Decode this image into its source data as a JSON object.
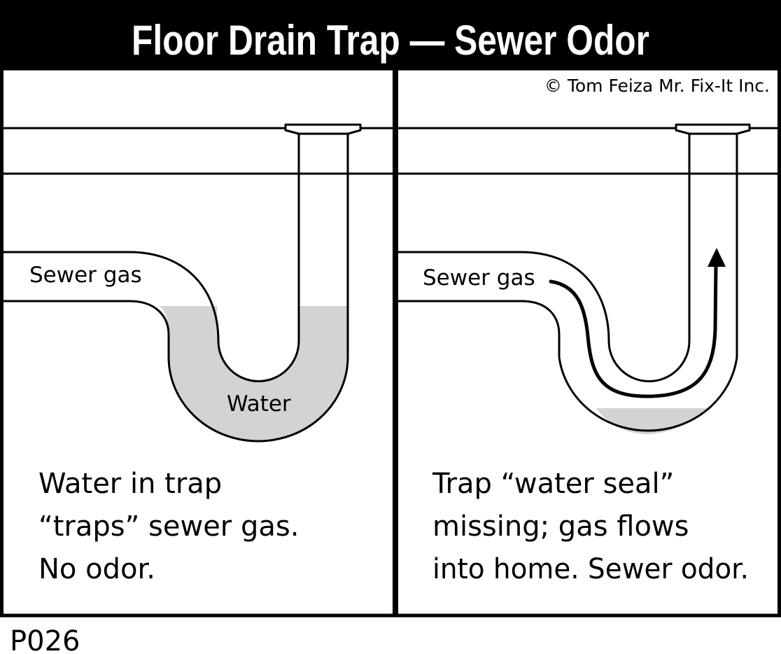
{
  "title": "Floor Drain Trap — Sewer Odor",
  "copyright": "© Tom Feiza Mr. Fix-It Inc.",
  "figure_code": "P026",
  "left_panel": {
    "gas_label": "Sewer gas",
    "water_label": "Water",
    "caption": [
      "Water in trap",
      "“traps” sewer gas.",
      "No odor."
    ]
  },
  "right_panel": {
    "gas_label": "Sewer gas",
    "caption": [
      "Trap “water seal”",
      "missing; gas flows",
      "into home. Sewer odor."
    ]
  },
  "colors": {
    "ink": "#000000",
    "water": "#d3d3d3",
    "background": "#ffffff"
  }
}
